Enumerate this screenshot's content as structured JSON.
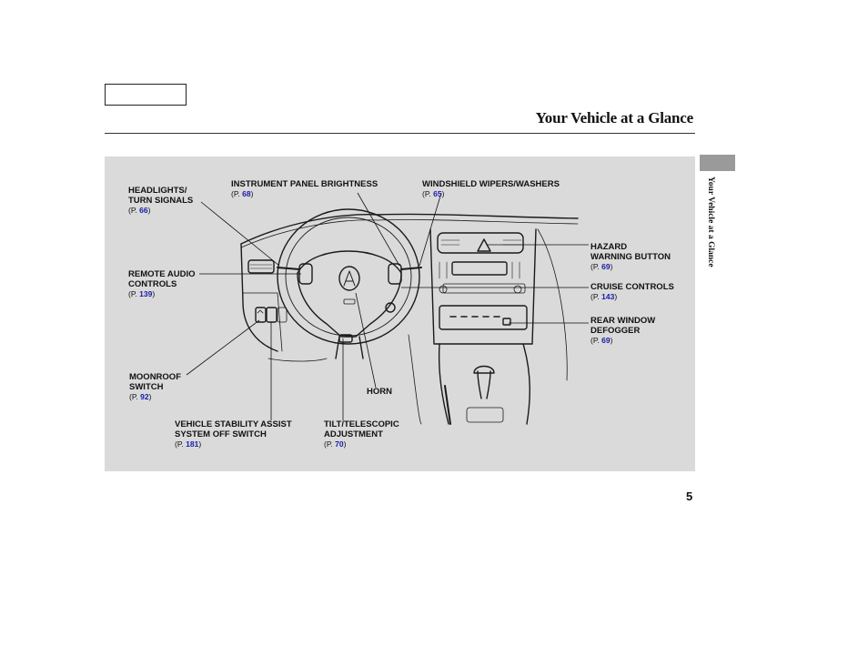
{
  "header": {
    "title": "Your Vehicle at a Glance",
    "side_tab_label": "Your Vehicle at a Glance"
  },
  "callouts": {
    "headlights": {
      "label_line1": "HEADLIGHTS/",
      "label_line2": "TURN SIGNALS",
      "page_prefix": "(P.",
      "page": "66",
      "page_suffix": ")"
    },
    "instrument_panel_brightness": {
      "label_line1": "INSTRUMENT PANEL BRIGHTNESS",
      "page_prefix": "(P.",
      "page": "68",
      "page_suffix": ")"
    },
    "windshield_wipers": {
      "label_line1": "WINDSHIELD WIPERS/WASHERS",
      "page_prefix": "(P.",
      "page": "65",
      "page_suffix": ")"
    },
    "hazard": {
      "label_line1": "HAZARD",
      "label_line2": "WARNING BUTTON",
      "page_prefix": "(P.",
      "page": "69",
      "page_suffix": ")"
    },
    "remote_audio": {
      "label_line1": "REMOTE AUDIO",
      "label_line2": "CONTROLS",
      "page_prefix": "(P.",
      "page": "139",
      "page_suffix": ")"
    },
    "cruise_controls": {
      "label_line1": "CRUISE CONTROLS",
      "page_prefix": "(P.",
      "page": "143",
      "page_suffix": ")"
    },
    "rear_window_defogger": {
      "label_line1": "REAR WINDOW",
      "label_line2": "DEFOGGER",
      "page_prefix": "(P.",
      "page": "69",
      "page_suffix": ")"
    },
    "moonroof": {
      "label_line1": "MOONROOF",
      "label_line2": "SWITCH",
      "page_prefix": "(P.",
      "page": "92",
      "page_suffix": ")"
    },
    "horn": {
      "label_line1": "HORN"
    },
    "vsa": {
      "label_line1": "VEHICLE STABILITY ASSIST",
      "label_line2": "SYSTEM OFF SWITCH",
      "page_prefix": "(P.",
      "page": "181",
      "page_suffix": ")"
    },
    "tilt_telescopic": {
      "label_line1": "TILT/TELESCOPIC",
      "label_line2": "ADJUSTMENT",
      "page_prefix": "(P.",
      "page": "70",
      "page_suffix": ")"
    }
  },
  "footer": {
    "page_number": "5"
  },
  "colors": {
    "panel_background": "#dadada",
    "page_ref_link": "#1a1aa8",
    "side_tab": "#9a9a9a"
  }
}
